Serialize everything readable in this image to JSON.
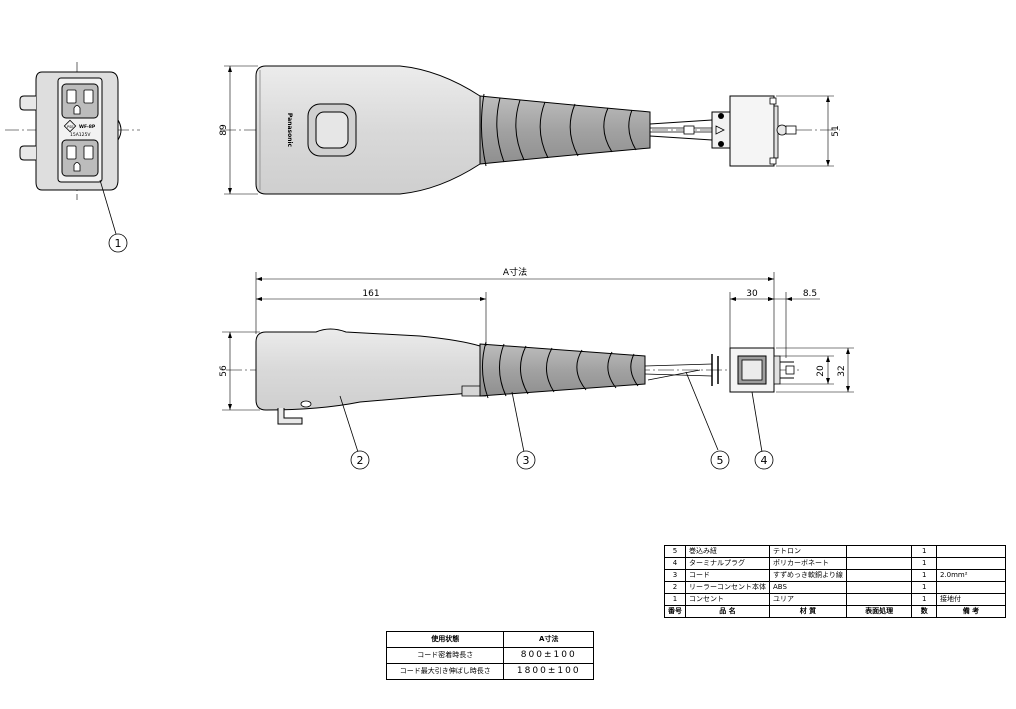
{
  "top_view": {
    "dims": {
      "height": "89",
      "width_right": "51"
    },
    "brand": "Panasonic",
    "face_rating": "15A125V",
    "face_mark": "PSE",
    "face_code": "WF-8P"
  },
  "side_view": {
    "dims": {
      "a": "A寸法",
      "b161": "161",
      "b30": "30",
      "b85": "8.5",
      "h56": "56",
      "h20": "20",
      "h32": "32"
    }
  },
  "balloons": {
    "b1": "1",
    "b2": "2",
    "b3": "3",
    "b4": "4",
    "b5": "5"
  },
  "parts_table": {
    "rows": [
      {
        "no": "5",
        "name": "巻込み紐",
        "material": "テトロン",
        "finish": "",
        "qty": "1",
        "note": ""
      },
      {
        "no": "4",
        "name": "ターミナルプラグ",
        "material": "ポリカーボネート",
        "finish": "",
        "qty": "1",
        "note": ""
      },
      {
        "no": "3",
        "name": "コード",
        "material": "すずめっき軟銅より線",
        "finish": "",
        "qty": "1",
        "note": "2.0mm²"
      },
      {
        "no": "2",
        "name": "リーラーコンセント本体",
        "material": "ABS",
        "finish": "",
        "qty": "1",
        "note": ""
      },
      {
        "no": "1",
        "name": "コンセント",
        "material": "ユリア",
        "finish": "",
        "qty": "1",
        "note": "接地付"
      }
    ],
    "header": {
      "no": "番号",
      "name": "品 名",
      "material": "材 質",
      "finish": "表面処理",
      "qty": "数",
      "note": "備 考"
    }
  },
  "usage_table": {
    "header": {
      "state": "使用状態",
      "a": "A寸法"
    },
    "rows": [
      {
        "state": "コード密着時長さ",
        "a": "800±100"
      },
      {
        "state": "コード最大引き伸ばし時長さ",
        "a": "1800±100"
      }
    ]
  }
}
